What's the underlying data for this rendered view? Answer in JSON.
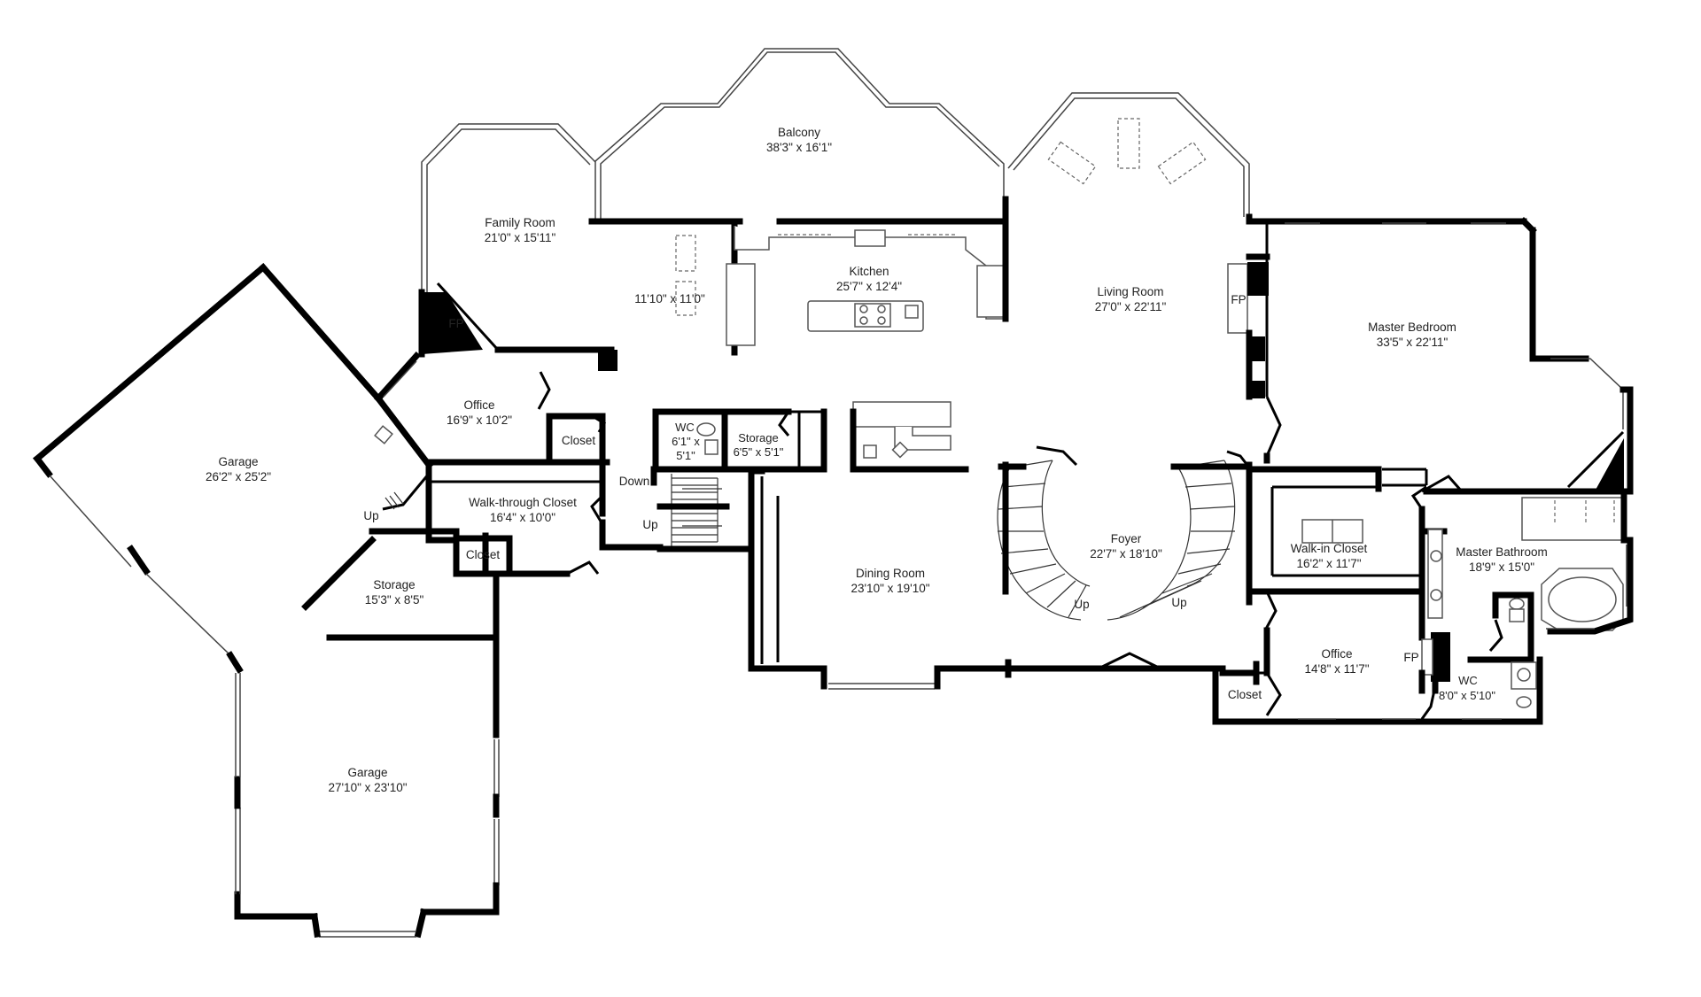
{
  "rooms": {
    "balcony": {
      "name": "Balcony",
      "dims": "38'3\" x 16'1\""
    },
    "family_room": {
      "name": "Family Room",
      "dims": "21'0\" x 15'11\""
    },
    "kitchen": {
      "name": "Kitchen",
      "dims": "25'7\" x 12'4\""
    },
    "nook": {
      "dims": "11'10\" x 11'0\""
    },
    "living_room": {
      "name": "Living Room",
      "dims": "27'0\" x 22'11\""
    },
    "master_bedroom": {
      "name": "Master Bedroom",
      "dims": "33'5\" x 22'11\""
    },
    "office_west": {
      "name": "Office",
      "dims": "16'9\" x 10'2\""
    },
    "garage_north": {
      "name": "Garage",
      "dims": "26'2\" x 25'2\""
    },
    "walkthrough_closet": {
      "name": "Walk-through Closet",
      "dims": "16'4\" x 10'0\""
    },
    "wc_west": {
      "name": "WC",
      "dims_a": "6'1\" x",
      "dims_b": "5'1\""
    },
    "storage_small": {
      "name": "Storage",
      "dims": "6'5\" x 5'1\""
    },
    "storage_garage": {
      "name": "Storage",
      "dims": "15'3\" x 8'5\""
    },
    "dining_room": {
      "name": "Dining Room",
      "dims": "23'10\" x 19'10\""
    },
    "foyer": {
      "name": "Foyer",
      "dims": "22'7\" x 18'10\""
    },
    "walkin_closet": {
      "name": "Walk-in Closet",
      "dims": "16'2\" x 11'7\""
    },
    "master_bathroom": {
      "name": "Master Bathroom",
      "dims": "18'9\" x 15'0\""
    },
    "office_east": {
      "name": "Office",
      "dims": "14'8\" x 11'7\""
    },
    "wc_east": {
      "name": "WC",
      "dims": "8'0\" x 5'10\""
    },
    "garage_south": {
      "name": "Garage",
      "dims": "27'10\" x 23'10\""
    }
  },
  "labels": {
    "closet": "Closet",
    "fireplace": "FP",
    "up": "Up",
    "down": "Down"
  }
}
